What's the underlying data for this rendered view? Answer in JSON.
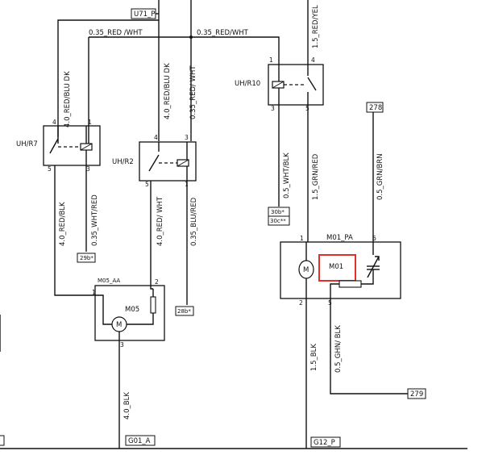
{
  "connectors": {
    "u71p": "U71_P",
    "c278": "278",
    "c29b": "29b*",
    "c28b": "28b*",
    "c30b": "30b*",
    "c30c": "30c**",
    "c279": "279",
    "g01a": "G01_A",
    "g12p": "G12_P"
  },
  "wires": {
    "top_left": "0.35_RED /WHT",
    "top_right": "0.35_RED/WHT",
    "red_blu_dk_1": "4.0_RED/BLU DK",
    "red_blu_dk_2": "4.0_RED/BLU DK",
    "red_wht_v": "0.35_RED/ WHT",
    "red_yel": "1.5_RED/YEL",
    "red_blk": "4.0_RED/BLK",
    "wht_red": "0.35_WHT/RED",
    "red_wht_4": "4.0_RED/ WHT",
    "blu_red": "0.35_BLU/RED",
    "wht_blk": "0.5_WHT/BLK",
    "grn_red": "1.5_GRN/RED",
    "grn_brn": "0.5_GRN/BRN",
    "blk_15": "1.5_BLK",
    "ghn_blk": "0.5_GHN/ BLK",
    "blk_40": "4.0_BLK"
  },
  "components": {
    "uhr7": "UH/R7",
    "uhr2": "UH/R2",
    "uhr10": "UH/R10",
    "m05a": "M05_AA",
    "m05": "M05",
    "m01pa": "M01_PA",
    "m01": "M01",
    "motor_glyph": "M"
  },
  "pins": {
    "r7_4": "4",
    "r7_1": "1",
    "r7_5": "5",
    "r7_3": "3",
    "r2_4": "4",
    "r2_3": "3",
    "r2_5": "5",
    "r2_1": "1",
    "r10_1": "1",
    "r10_4": "4",
    "r10_3": "3",
    "r10_5": "5",
    "m05_1": "1",
    "m05_2": "2",
    "m05_3": "3",
    "m01_1": "1",
    "m01_6": "6",
    "m01_2": "2",
    "m01_5": "5"
  },
  "colors": {
    "highlight": "#e0302a",
    "ink": "#111111"
  }
}
